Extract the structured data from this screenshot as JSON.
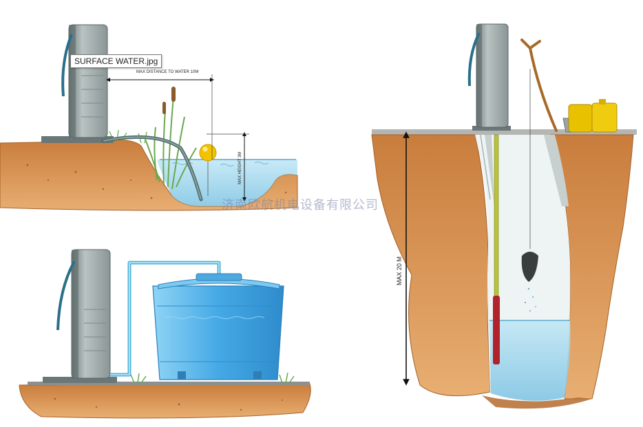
{
  "tooltip": {
    "filename": "SURFACE WATER.jpg"
  },
  "labels": {
    "max_distance": "MAX DISTANCE TO WATER 10M",
    "max_height": "MAX HEIGHT 3M",
    "max_depth": "MAX 20 M"
  },
  "watermark": {
    "text": "济南欧航机电设备有限公司"
  },
  "colors": {
    "soil": "#d9944f",
    "soil_dark": "#b8733a",
    "water": "#8fd0ec",
    "tank": "#58b7ea",
    "pump_body": "#a7b2b2",
    "pipe": "#4fb3d9",
    "grass": "#7cba5a",
    "float_ball": "#f2c400",
    "cane": "#e8c200"
  },
  "icons": {
    "pump_unit": "solar-pump-icon",
    "float": "float-ball-icon",
    "bucket": "bucket-icon",
    "jerrycan": "jerrycan-icon"
  }
}
